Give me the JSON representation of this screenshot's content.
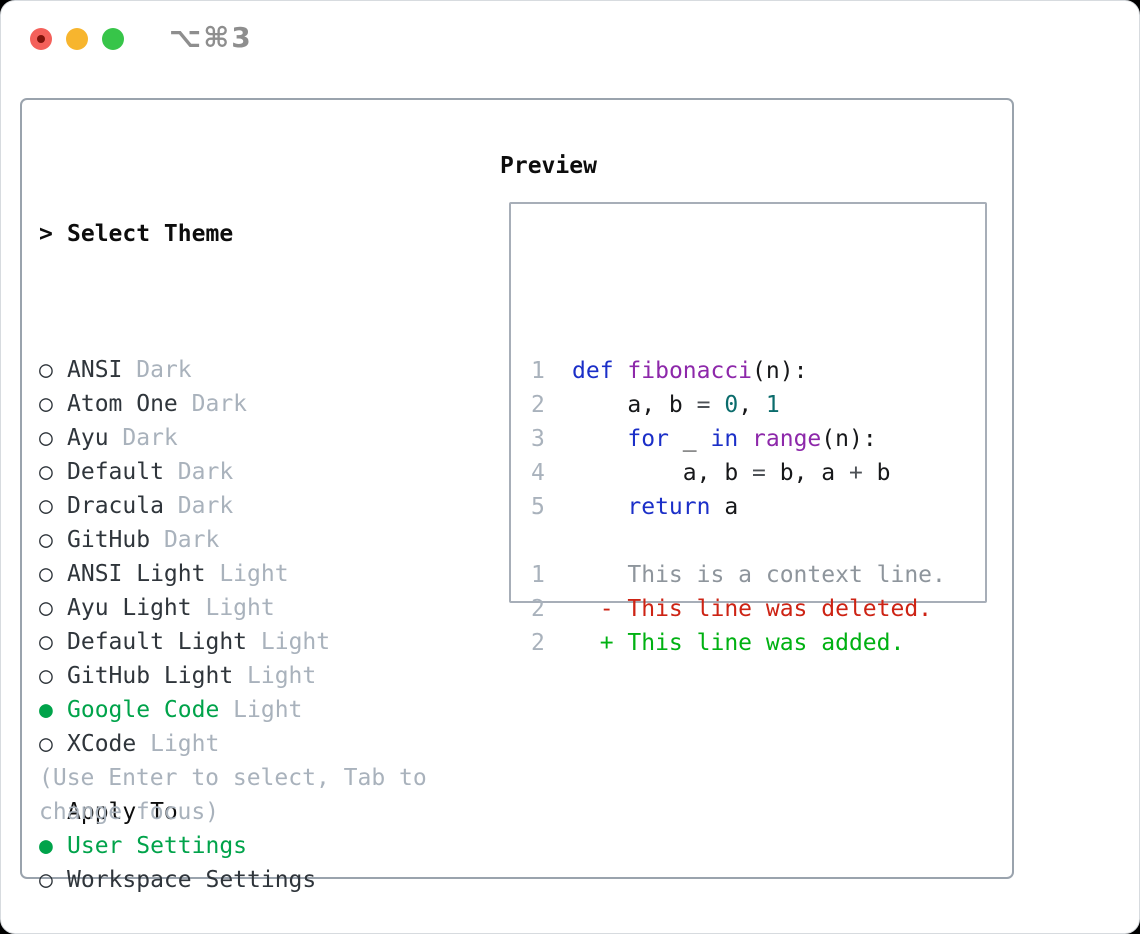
{
  "window": {
    "title": "⌥⌘3"
  },
  "icons": {
    "prompt": ">",
    "radio_selected": "●",
    "radio_unselected": "○"
  },
  "panel": {
    "select_theme": {
      "prompt": ">",
      "label": "Select Theme"
    },
    "themes": [
      {
        "name": "ANSI",
        "variant": "Dark",
        "selected": false
      },
      {
        "name": "Atom One",
        "variant": "Dark",
        "selected": false
      },
      {
        "name": "Ayu",
        "variant": "Dark",
        "selected": false
      },
      {
        "name": "Default",
        "variant": "Dark",
        "selected": false
      },
      {
        "name": "Dracula",
        "variant": "Dark",
        "selected": false
      },
      {
        "name": "GitHub",
        "variant": "Dark",
        "selected": false
      },
      {
        "name": "ANSI Light",
        "variant": "Light",
        "selected": false
      },
      {
        "name": "Ayu Light",
        "variant": "Light",
        "selected": false
      },
      {
        "name": "Default Light",
        "variant": "Light",
        "selected": false
      },
      {
        "name": "GitHub Light",
        "variant": "Light",
        "selected": false
      },
      {
        "name": "Google Code",
        "variant": "Light",
        "selected": true
      },
      {
        "name": "XCode",
        "variant": "Light",
        "selected": false
      }
    ],
    "apply_to": {
      "label": "Apply To",
      "options": [
        {
          "name": "User Settings",
          "selected": true
        },
        {
          "name": "Workspace Settings",
          "selected": false
        }
      ]
    },
    "help": "(Use Enter to select, Tab to change focus)"
  },
  "preview": {
    "label": "Preview",
    "lines": [
      {
        "num": "",
        "tokens": []
      },
      {
        "num": "1",
        "tokens": [
          {
            "c": "kw",
            "t": "def"
          },
          {
            "c": "pl",
            "t": " "
          },
          {
            "c": "fn",
            "t": "fibonacci"
          },
          {
            "c": "pl",
            "t": "(n):"
          }
        ]
      },
      {
        "num": "2",
        "tokens": [
          {
            "c": "pl",
            "t": "    a, b "
          },
          {
            "c": "op",
            "t": "="
          },
          {
            "c": "pl",
            "t": " "
          },
          {
            "c": "nu",
            "t": "0"
          },
          {
            "c": "pl",
            "t": ", "
          },
          {
            "c": "nu",
            "t": "1"
          }
        ]
      },
      {
        "num": "3",
        "tokens": [
          {
            "c": "pl",
            "t": "    "
          },
          {
            "c": "kw",
            "t": "for"
          },
          {
            "c": "pl",
            "t": " _ "
          },
          {
            "c": "kw",
            "t": "in"
          },
          {
            "c": "pl",
            "t": " "
          },
          {
            "c": "fn",
            "t": "range"
          },
          {
            "c": "pl",
            "t": "(n):"
          }
        ]
      },
      {
        "num": "4",
        "tokens": [
          {
            "c": "pl",
            "t": "        a, b "
          },
          {
            "c": "op",
            "t": "="
          },
          {
            "c": "pl",
            "t": " b, a "
          },
          {
            "c": "op",
            "t": "+"
          },
          {
            "c": "pl",
            "t": " b"
          }
        ]
      },
      {
        "num": "5",
        "tokens": [
          {
            "c": "pl",
            "t": "    "
          },
          {
            "c": "kw",
            "t": "return"
          },
          {
            "c": "pl",
            "t": " a"
          }
        ]
      },
      {
        "num": "",
        "tokens": []
      },
      {
        "num": "1",
        "tokens": [
          {
            "c": "ctx",
            "t": "    This is a context line."
          }
        ]
      },
      {
        "num": "2",
        "tokens": [
          {
            "c": "del",
            "t": "  - This line was deleted."
          }
        ]
      },
      {
        "num": "2",
        "tokens": [
          {
            "c": "add",
            "t": "  + This line was added."
          }
        ]
      }
    ]
  },
  "colors": {
    "close": "#f4605a",
    "close_dot": "#7f130b",
    "minimize": "#f7b52e",
    "zoom_btn": "#37c549",
    "title_gray": "#8e8e8e",
    "panel_border": "#9aa3ad",
    "preview_border": "#a7aeb8",
    "text_dark": "#2f353b",
    "text_black": "#0d0d0d",
    "text_muted": "#a9b2bc",
    "green_ui": "#00a34a",
    "line_number": "#a9b2bc",
    "code_keyword": "#1b2fc8",
    "code_function": "#8d28aa",
    "code_number": "#0b6c6c",
    "code_operator": "#4d5156",
    "code_plain": "#17181a",
    "diff_context": "#8e959c",
    "diff_deleted": "#cd2314",
    "diff_added": "#00b112"
  }
}
